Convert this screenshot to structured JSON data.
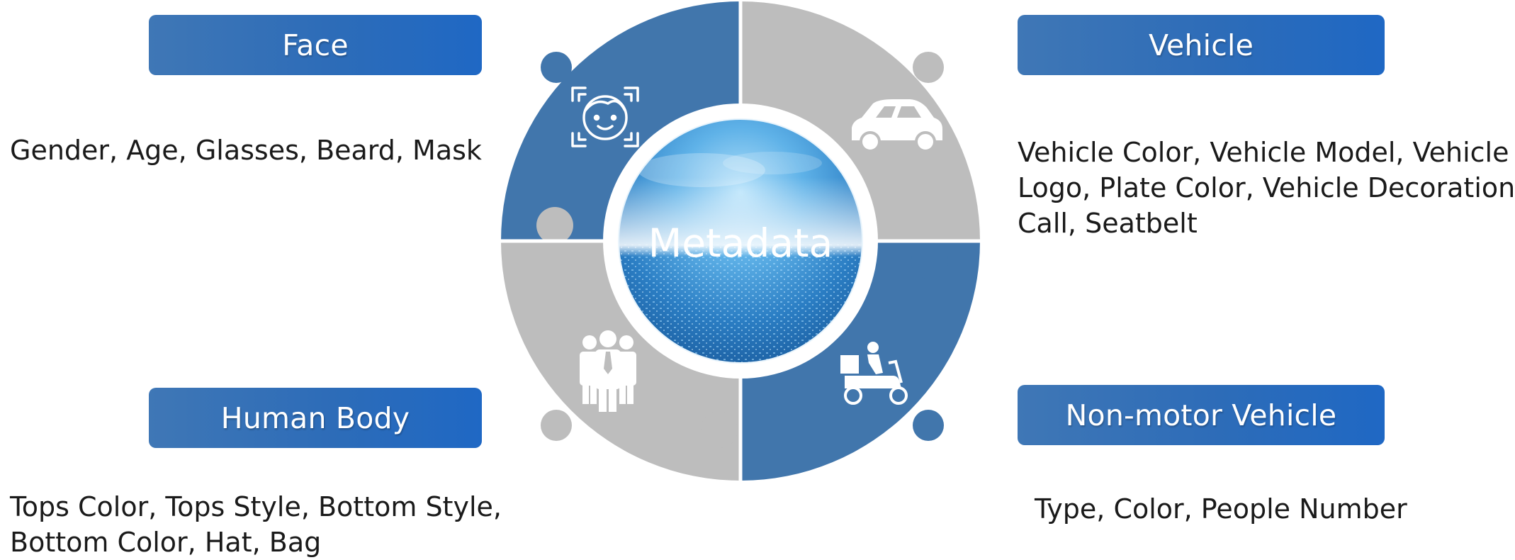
{
  "center": {
    "label": "Metadata"
  },
  "categories": [
    {
      "id": "face",
      "title": "Face",
      "description_lines": [
        "Gender, Age, Glasses, Beard, Mask"
      ],
      "icon": "face-scan-icon"
    },
    {
      "id": "vehicle",
      "title": "Vehicle",
      "description_lines": [
        "Vehicle Color, Vehicle Model, Vehicle",
        "Logo, Plate Color, Vehicle Decorations,",
        "Call, Seatbelt"
      ],
      "icon": "car-icon"
    },
    {
      "id": "human_body",
      "title": "Human Body",
      "description_lines": [
        "Tops Color, Tops Style, Bottom Style,",
        "Bottom Color, Hat, Bag"
      ],
      "icon": "people-group-icon"
    },
    {
      "id": "non_motor",
      "title": "Non-motor Vehicle",
      "description_lines": [
        "Type, Color, People Number"
      ],
      "icon": "scooter-delivery-icon"
    }
  ],
  "colors": {
    "pill_blue": "#2d6cb8",
    "quadrant_blue": "#4176ac",
    "quadrant_gray": "#bdbdbd",
    "text_dark": "#1a1a1a"
  }
}
